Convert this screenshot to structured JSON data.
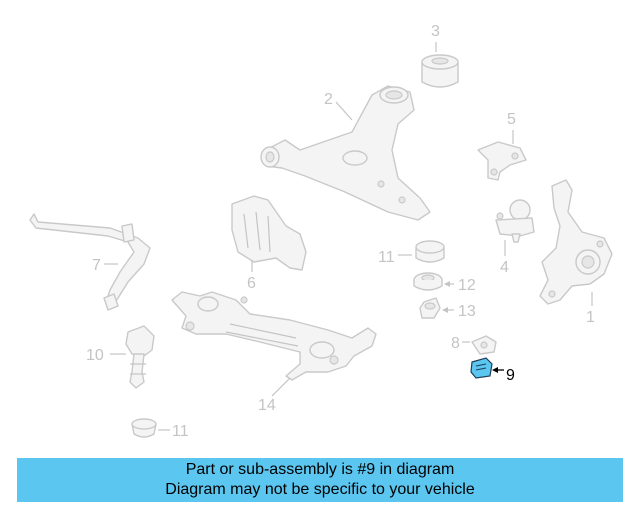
{
  "callouts": {
    "c1": "1",
    "c2": "2",
    "c3": "3",
    "c4": "4",
    "c5": "5",
    "c6": "6",
    "c7": "7",
    "c8": "8",
    "c9": "9",
    "c10": "10",
    "c11a": "11",
    "c11b": "11",
    "c12": "12",
    "c13": "13",
    "c14": "14"
  },
  "highlight": {
    "part": "9",
    "color": "#5bc6f0"
  },
  "banner": {
    "line1": "Part or sub-assembly is #9 in diagram",
    "line2": "Diagram may not be specific to your vehicle",
    "color": "#5bc6f0"
  }
}
